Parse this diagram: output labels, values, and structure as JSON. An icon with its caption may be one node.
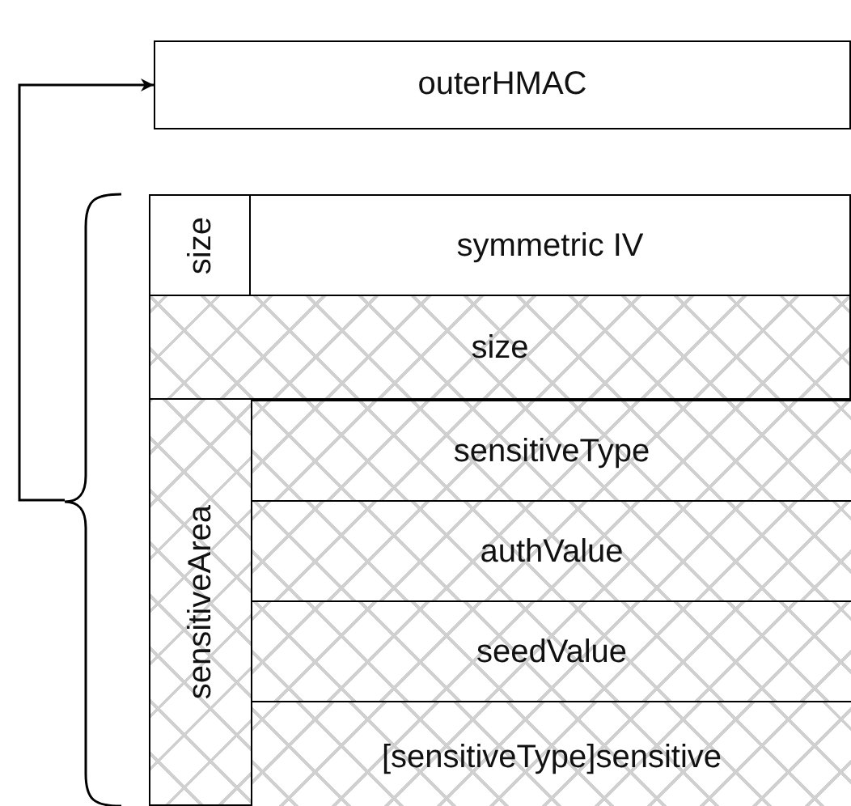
{
  "diagram": {
    "nodes": [
      {
        "text": [
          "outerHMAC"
        ]
      },
      {
        "text": [
          "size"
        ]
      },
      {
        "text": [
          "symmetric IV"
        ]
      },
      {
        "text": [
          "size"
        ]
      },
      {
        "text": [
          "sensitiveArea"
        ]
      },
      {
        "text": [
          "sensitiveType"
        ],
        "in": 4
      },
      {
        "text": [
          "authValue"
        ],
        "in": 4
      },
      {
        "text": [
          "seedValue"
        ],
        "in": 4
      },
      {
        "text": [
          "[sensitiveType]sensitive"
        ],
        "in": 4
      },
      {
        "text": [],
        "shape": "bracket"
      }
    ],
    "edges": [
      {
        "from": 9,
        "to": 0,
        "arrow": "to"
      }
    ]
  }
}
